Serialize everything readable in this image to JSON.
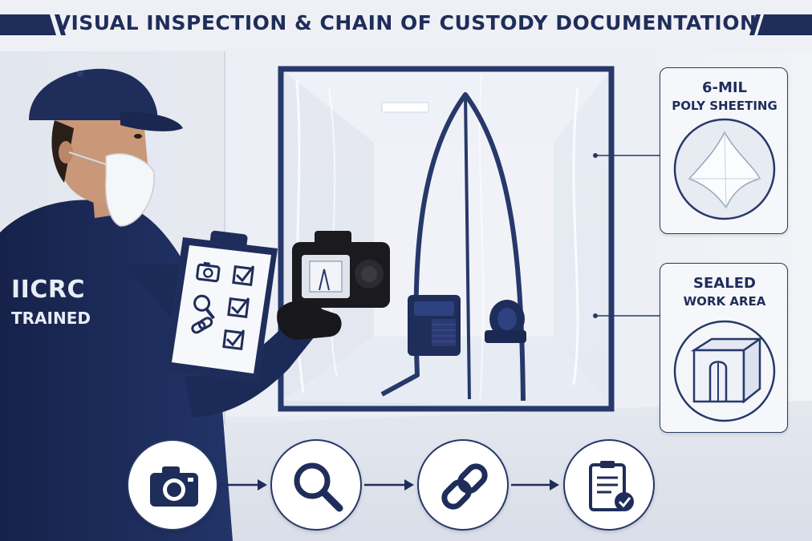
{
  "header": {
    "title": "VISUAL INSPECTION & CHAIN OF CUSTODY DOCUMENTATION"
  },
  "technician": {
    "vest_line1": "IICRC",
    "vest_line2": "TRAINED"
  },
  "callouts": {
    "poly": {
      "title": "6-MIL",
      "subtitle": "POLY SHEETING",
      "icon": "poly-sheet-icon"
    },
    "sealed": {
      "title": "SEALED",
      "subtitle": "WORK AREA",
      "icon": "sealed-enclosure-icon"
    }
  },
  "clipboard_items": [
    "camera-icon",
    "magnifier-icon",
    "chain-link-icon"
  ],
  "process_steps": [
    {
      "icon": "camera-icon"
    },
    {
      "icon": "magnifier-icon"
    },
    {
      "icon": "chain-link-icon"
    },
    {
      "icon": "report-check-icon"
    }
  ],
  "colors": {
    "navy": "#1f2d5a",
    "uniform": "#1d2c5c",
    "background": "#eef1f6",
    "frame": "#27386a"
  }
}
